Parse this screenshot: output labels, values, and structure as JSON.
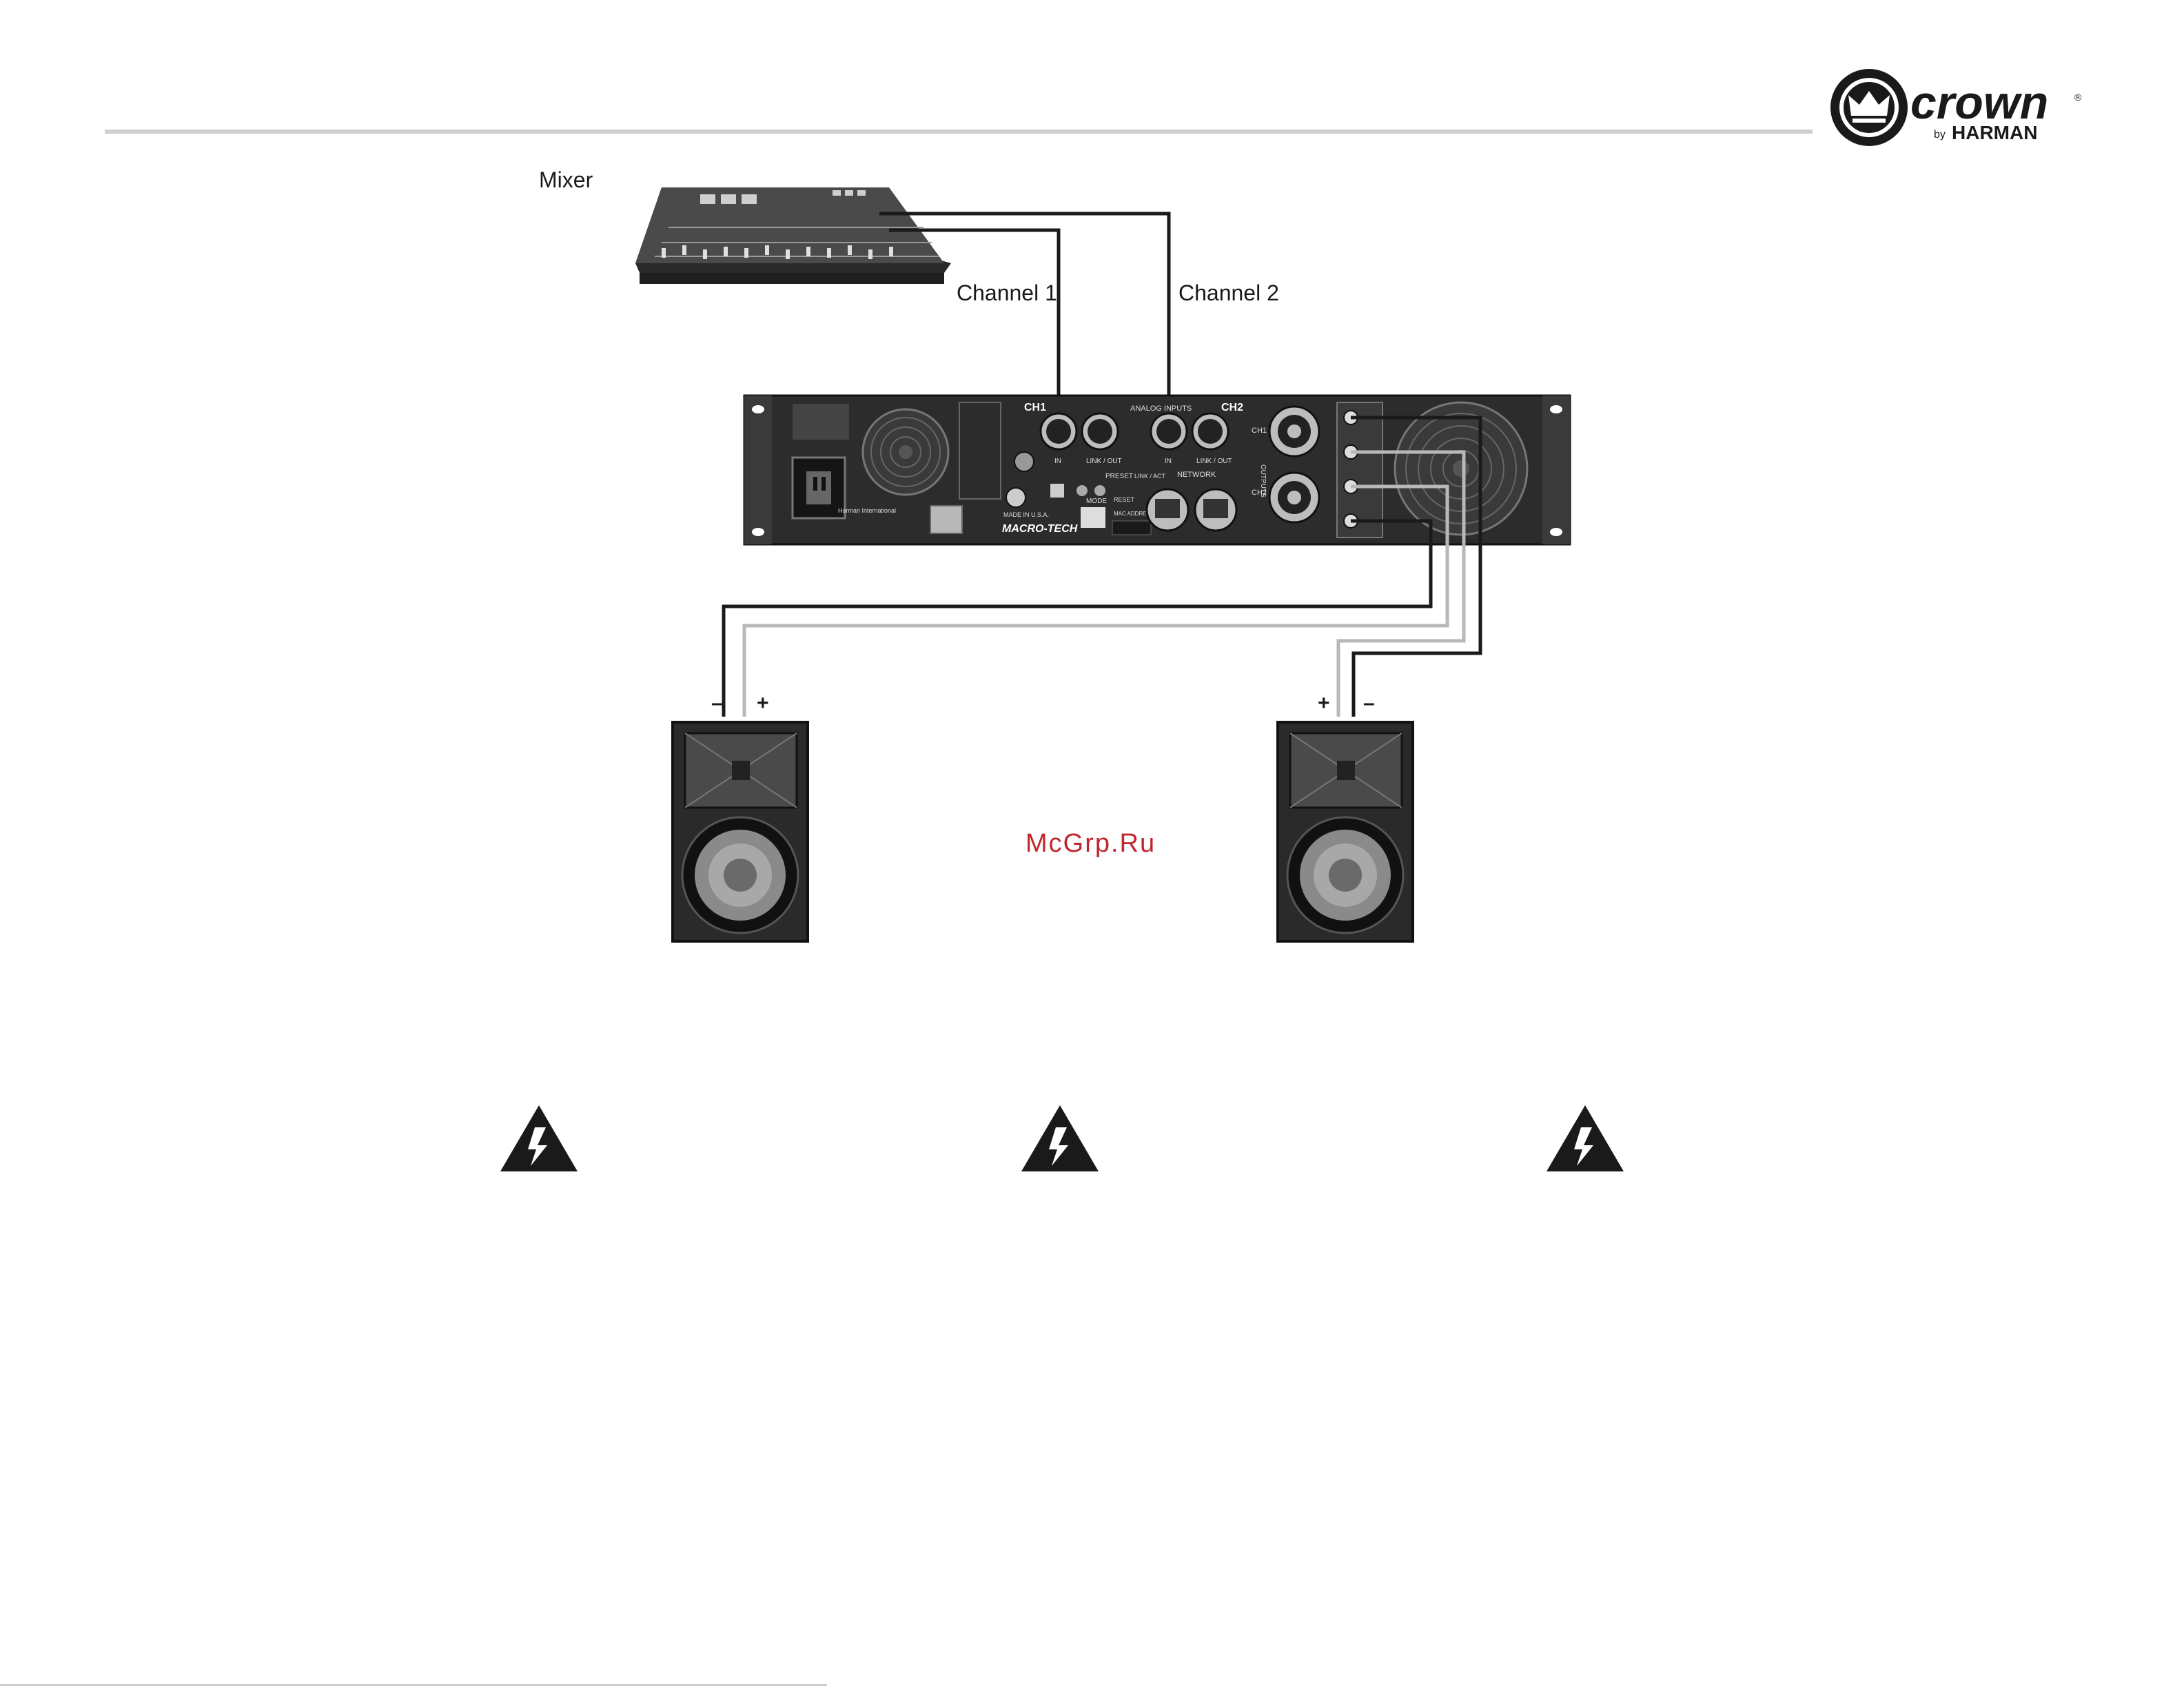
{
  "brand": {
    "logo_word": "crown",
    "logo_registered": "®",
    "logo_by": "by",
    "logo_maker": "HARMAN"
  },
  "labels": {
    "mixer": "Mixer",
    "channel1": "Channel 1",
    "channel2": "Channel 2",
    "speaker_left_minus": "–",
    "speaker_left_plus": "+",
    "speaker_right_plus": "+",
    "speaker_right_minus": "–",
    "watermark": "McGrp.Ru"
  },
  "amplifier": {
    "ch1": "CH1",
    "ch2": "CH2",
    "analog_inputs": "ANALOG INPUTS",
    "in_1": "IN",
    "link_out_1": "LINK / OUT",
    "in_2": "IN",
    "link_out_2": "LINK / OUT",
    "network": "NETWORK",
    "link_act": "LINK / ACT",
    "reset": "RESET",
    "mac_address": "MAC ADDRESS",
    "mode": "MODE",
    "preset": "PRESET",
    "outputs": "OUTPUTS",
    "model": "MACRO-TECH",
    "made_in": "MADE IN U.S.A.",
    "maker": "Harman International",
    "out_ch1": "CH1",
    "out_ch2": "CH2"
  },
  "colors": {
    "cable_dark": "#1a1a1a",
    "cable_light": "#b8b8b8",
    "rule": "#c8c8c8",
    "watermark": "#c0262d"
  }
}
